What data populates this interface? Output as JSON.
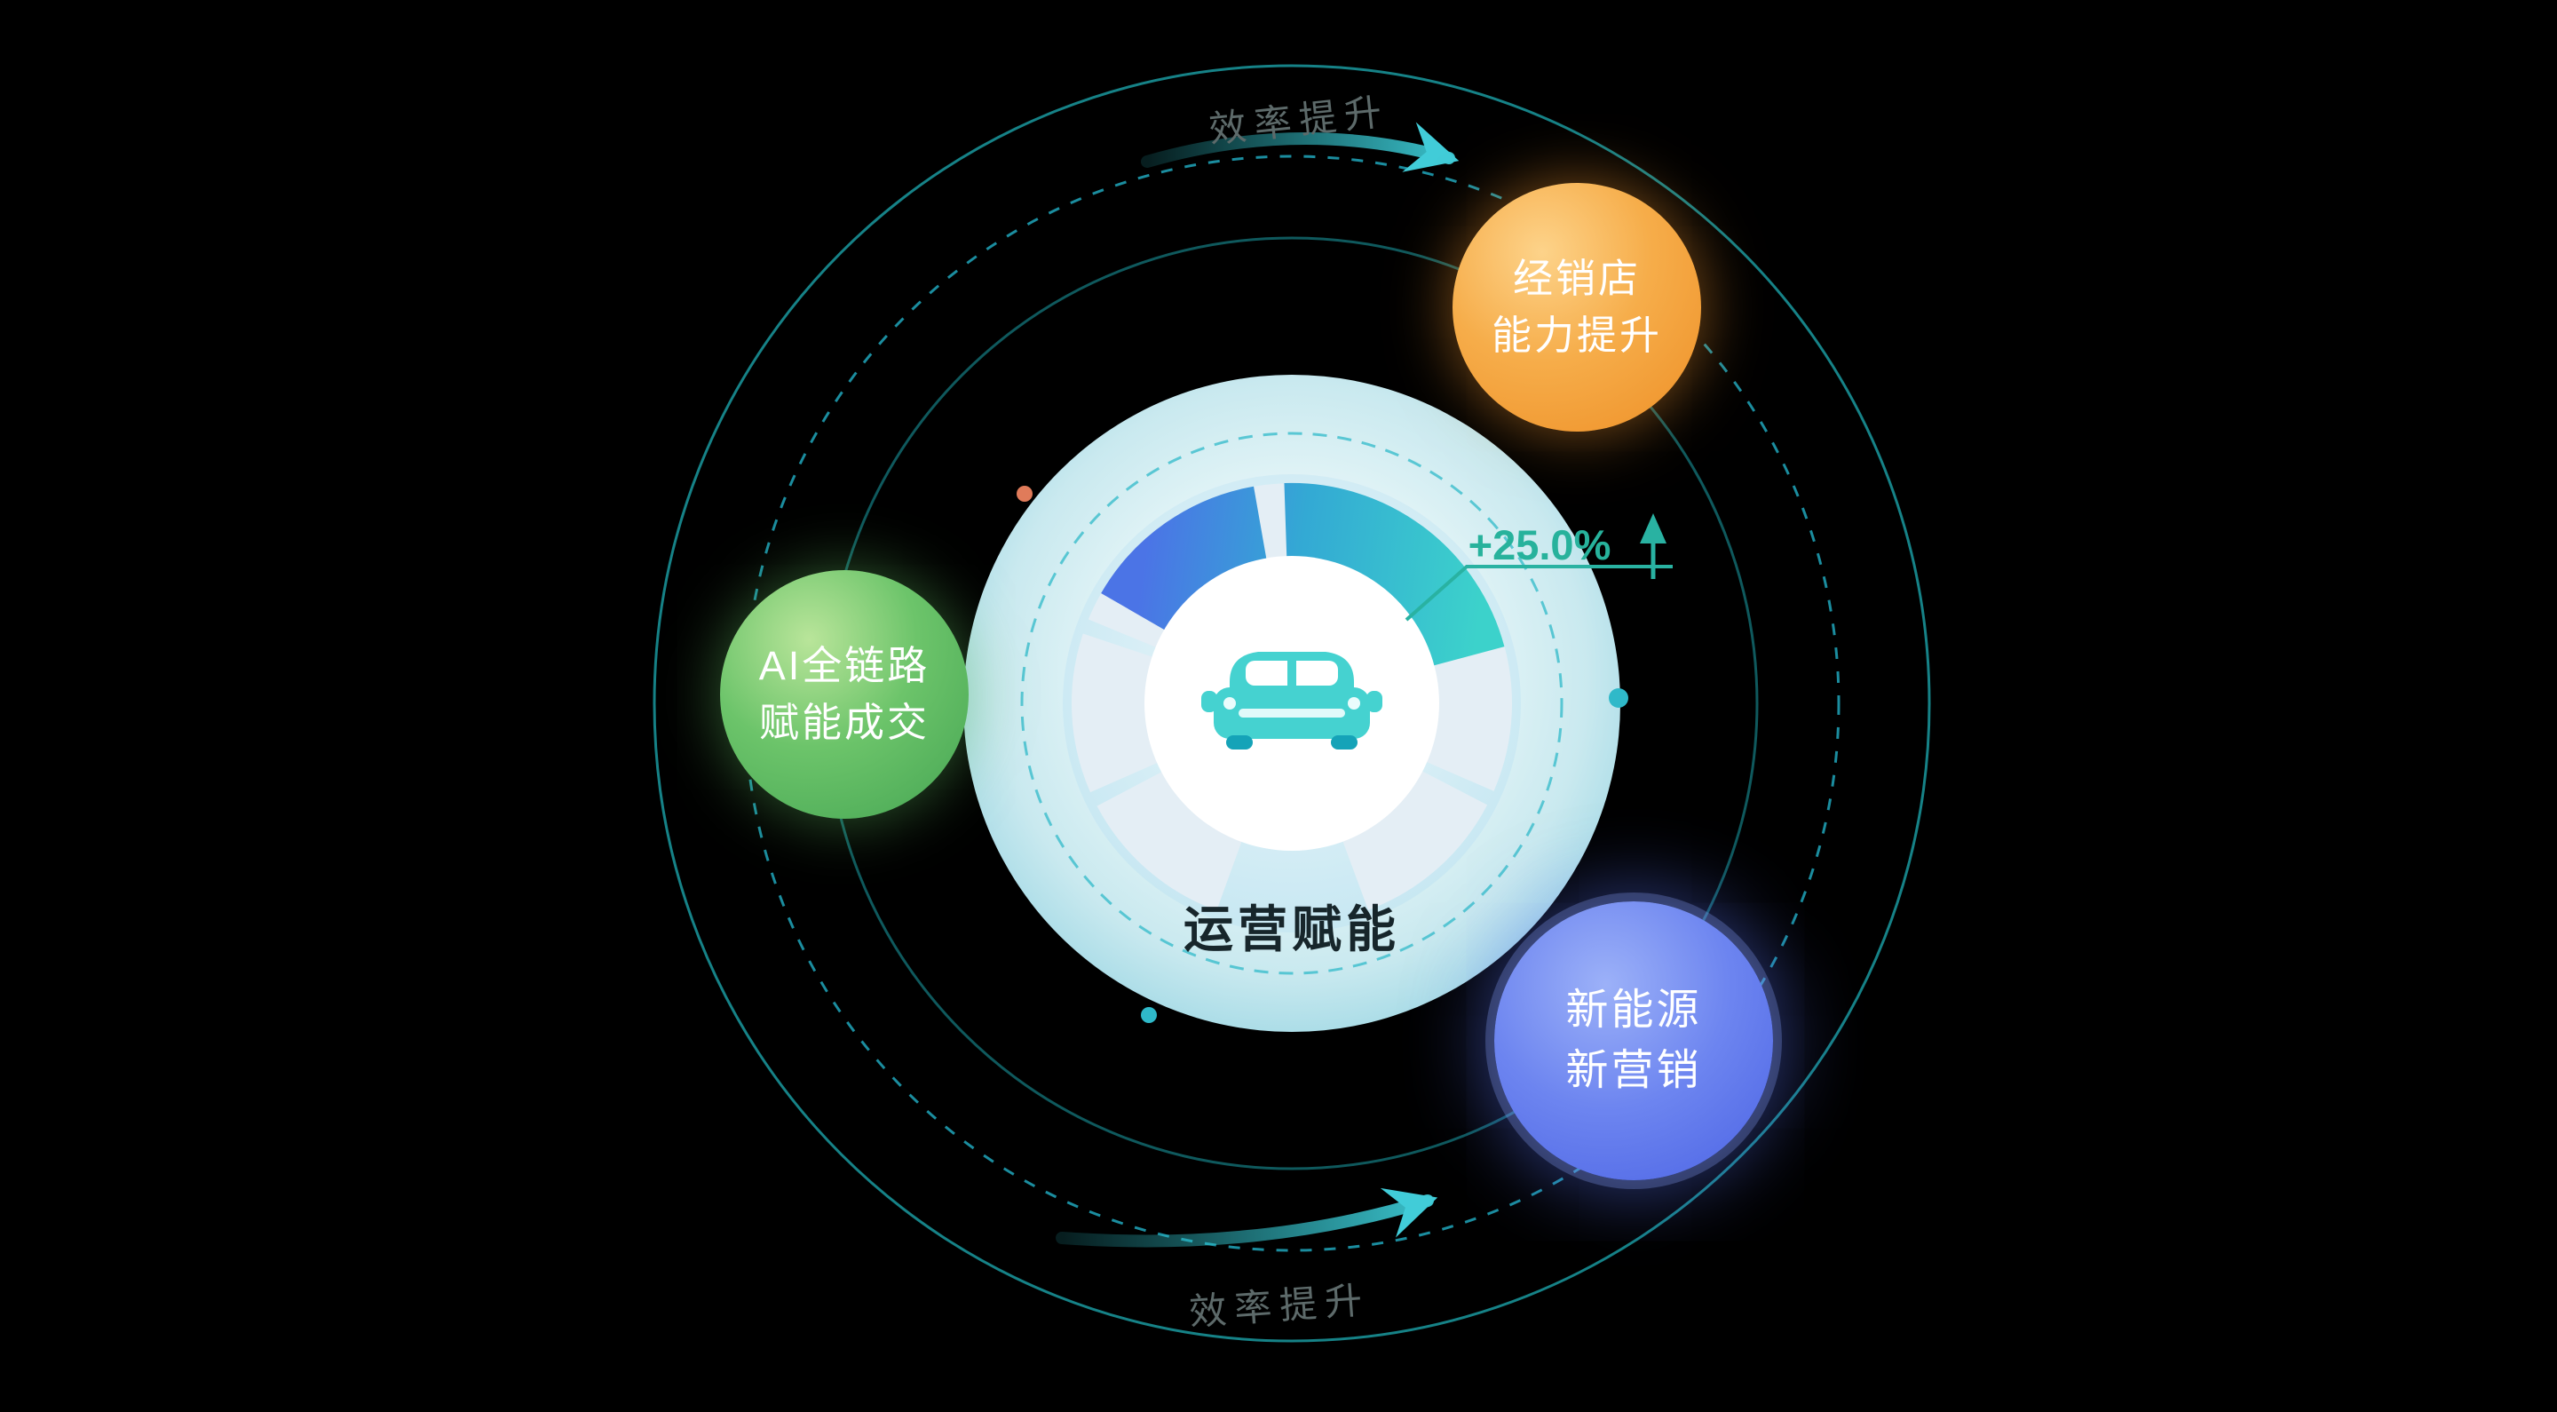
{
  "scene": {
    "background": "#000000",
    "hub": {
      "label": "运营赋能",
      "metric": "+25.0%",
      "icon": "car-icon"
    },
    "flow": {
      "top_label": "效率提升",
      "bottom_label": "效率提升"
    },
    "bubbles": [
      {
        "id": "dealer-capability",
        "line1": "经销店",
        "line2": "能力提升",
        "color": "#f0952d"
      },
      {
        "id": "ai-full-chain",
        "line1": "AI全链路",
        "line2": "赋能成交",
        "color": "#4fae53"
      },
      {
        "id": "nev-new-marketing",
        "line1": "新能源",
        "line2": "新营销",
        "color": "#5b74ec"
      }
    ],
    "colors": {
      "orbit_ring": "#1ba3a9",
      "metric_text": "#27b29c",
      "flow_label_text": "#5d6a6a",
      "gauge_blue": "#4b74e6",
      "gauge_teal": "#3cd2cb",
      "dot_orange": "#e07b5a",
      "dot_teal": "#2fb9c9"
    }
  }
}
